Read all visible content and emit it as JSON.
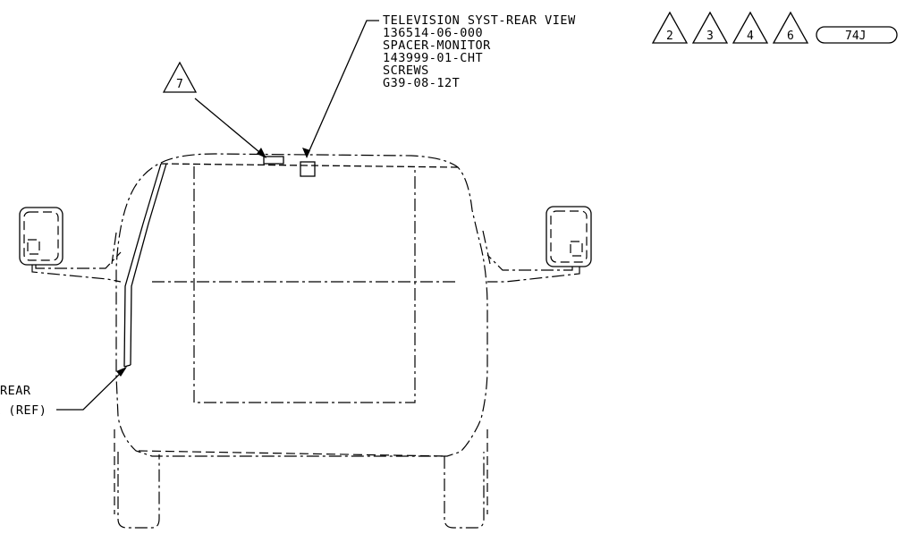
{
  "callout_main": {
    "line1": "TELEVISION SYST-REAR VIEW",
    "line2": "136514-06-000",
    "line3": "SPACER-MONITOR",
    "line4": "143999-01-CHT",
    "line5": "SCREWS",
    "line6": "G39-08-12T"
  },
  "revision_tags": [
    "2",
    "3",
    "4",
    "6"
  ],
  "zone_tag": "74J",
  "callout_seven": "7",
  "callout_left": {
    "line1": "REAR",
    "line2": "R (REF)"
  }
}
